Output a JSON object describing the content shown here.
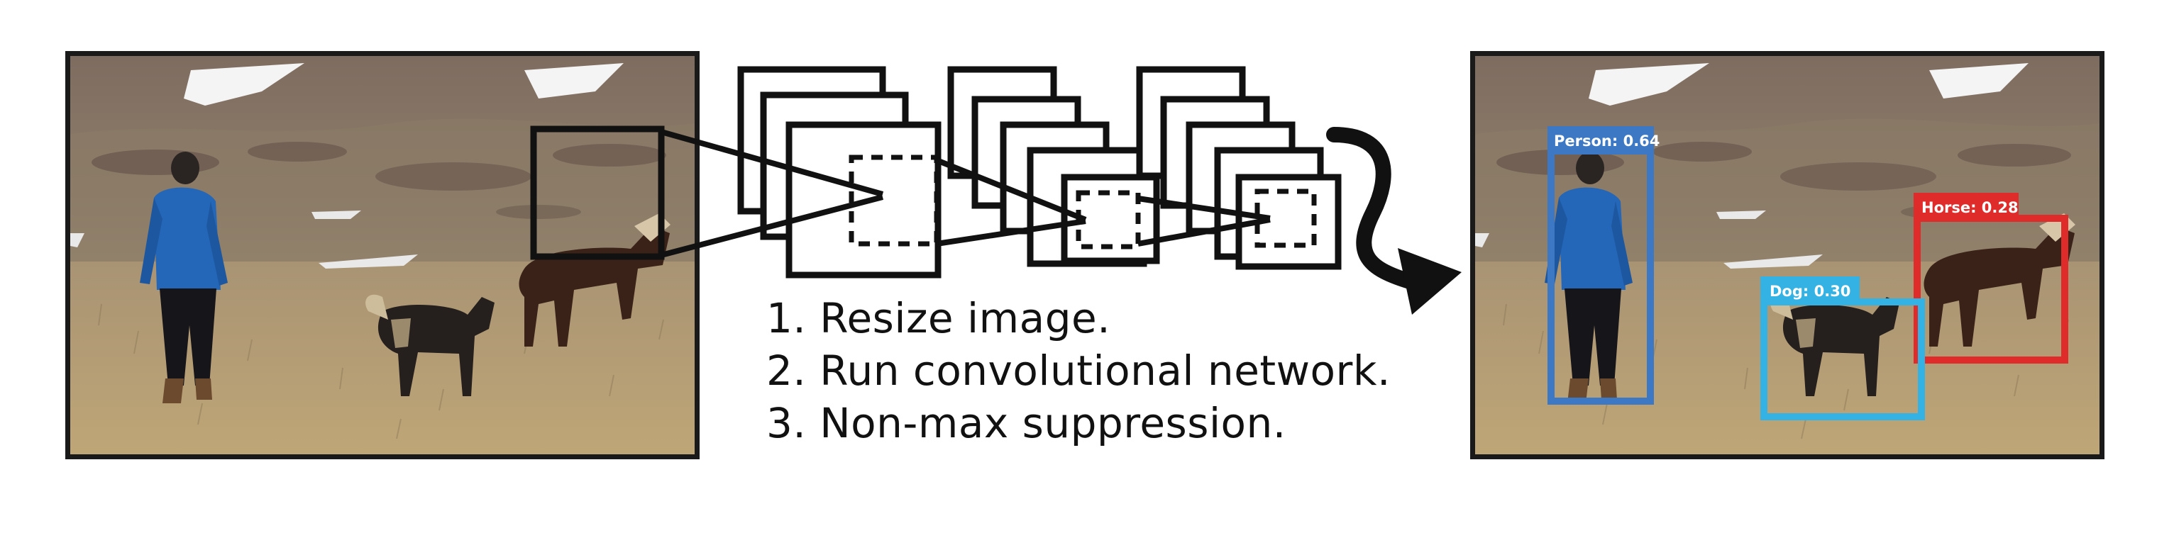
{
  "steps": [
    "1. Resize image.",
    "2. Run convolutional network.",
    "3. Non-max suppression."
  ],
  "detections": [
    {
      "label": "Person: 0.64",
      "color": "#3d78c4"
    },
    {
      "label": "Horse: 0.28",
      "color": "#e02b2b"
    },
    {
      "label": "Dog: 0.30",
      "color": "#33b2e3"
    }
  ],
  "images": {
    "input": "field-scene-input-photo",
    "output": "field-scene-output-photo"
  }
}
